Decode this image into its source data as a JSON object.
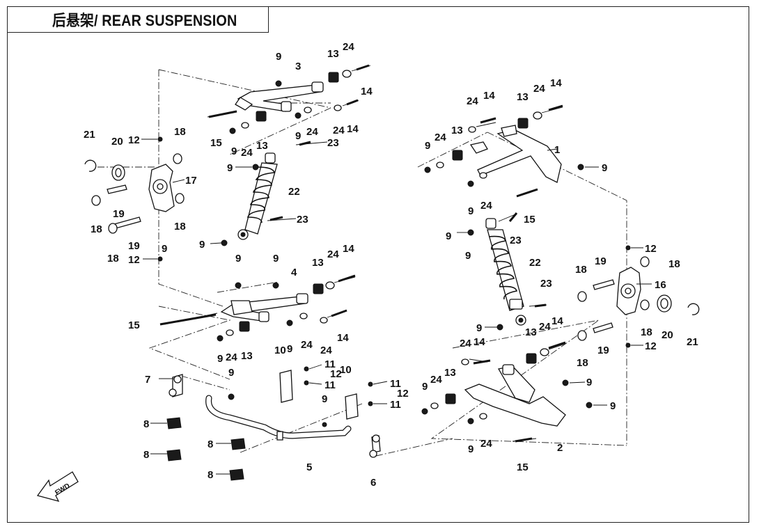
{
  "title": "后悬架/ REAR SUSPENSION",
  "fwd_label": "FWD",
  "callouts": [
    {
      "id": "c1",
      "text": "1"
    },
    {
      "id": "c2",
      "text": "2"
    },
    {
      "id": "c3",
      "text": "3"
    },
    {
      "id": "c4",
      "text": "4"
    },
    {
      "id": "c5",
      "text": "5"
    },
    {
      "id": "c6",
      "text": "6"
    },
    {
      "id": "c7",
      "text": "7"
    },
    {
      "id": "c8a",
      "text": "8"
    },
    {
      "id": "c8b",
      "text": "8"
    },
    {
      "id": "c8c",
      "text": "8"
    },
    {
      "id": "c8d",
      "text": "8"
    },
    {
      "id": "c9a",
      "text": "9"
    },
    {
      "id": "c9b",
      "text": "9"
    },
    {
      "id": "c9c",
      "text": "9"
    },
    {
      "id": "c9d",
      "text": "9"
    },
    {
      "id": "c9e",
      "text": "9"
    },
    {
      "id": "c9f",
      "text": "9"
    },
    {
      "id": "c9g",
      "text": "9"
    },
    {
      "id": "c9h",
      "text": "9"
    },
    {
      "id": "c9i",
      "text": "9"
    },
    {
      "id": "c9j",
      "text": "9"
    },
    {
      "id": "c9k",
      "text": "9"
    },
    {
      "id": "c9l",
      "text": "9"
    },
    {
      "id": "c9m",
      "text": "9"
    },
    {
      "id": "c9n",
      "text": "9"
    },
    {
      "id": "c9o",
      "text": "9"
    },
    {
      "id": "c9p",
      "text": "9"
    },
    {
      "id": "c9q",
      "text": "9"
    },
    {
      "id": "c9r",
      "text": "9"
    },
    {
      "id": "c9s",
      "text": "9"
    },
    {
      "id": "c9t",
      "text": "9"
    },
    {
      "id": "c9u",
      "text": "9"
    },
    {
      "id": "c9v",
      "text": "9"
    },
    {
      "id": "c10a",
      "text": "10"
    },
    {
      "id": "c10b",
      "text": "10"
    },
    {
      "id": "c11a",
      "text": "11"
    },
    {
      "id": "c11b",
      "text": "11"
    },
    {
      "id": "c11c",
      "text": "11"
    },
    {
      "id": "c11d",
      "text": "11"
    },
    {
      "id": "c12a",
      "text": "12"
    },
    {
      "id": "c12b",
      "text": "12"
    },
    {
      "id": "c12c",
      "text": "12"
    },
    {
      "id": "c12d",
      "text": "12"
    },
    {
      "id": "c12e",
      "text": "12"
    },
    {
      "id": "c12f",
      "text": "12"
    },
    {
      "id": "c13a",
      "text": "13"
    },
    {
      "id": "c13b",
      "text": "13"
    },
    {
      "id": "c13c",
      "text": "13"
    },
    {
      "id": "c13d",
      "text": "13"
    },
    {
      "id": "c13e",
      "text": "13"
    },
    {
      "id": "c13f",
      "text": "13"
    },
    {
      "id": "c13g",
      "text": "13"
    },
    {
      "id": "c13h",
      "text": "13"
    },
    {
      "id": "c14a",
      "text": "14"
    },
    {
      "id": "c14b",
      "text": "14"
    },
    {
      "id": "c14c",
      "text": "14"
    },
    {
      "id": "c14d",
      "text": "14"
    },
    {
      "id": "c14e",
      "text": "14"
    },
    {
      "id": "c14f",
      "text": "14"
    },
    {
      "id": "c14g",
      "text": "14"
    },
    {
      "id": "c14h",
      "text": "14"
    },
    {
      "id": "c15a",
      "text": "15"
    },
    {
      "id": "c15b",
      "text": "15"
    },
    {
      "id": "c15c",
      "text": "15"
    },
    {
      "id": "c15d",
      "text": "15"
    },
    {
      "id": "c16",
      "text": "16"
    },
    {
      "id": "c17",
      "text": "17"
    },
    {
      "id": "c18a",
      "text": "18"
    },
    {
      "id": "c18b",
      "text": "18"
    },
    {
      "id": "c18c",
      "text": "18"
    },
    {
      "id": "c18d",
      "text": "18"
    },
    {
      "id": "c18e",
      "text": "18"
    },
    {
      "id": "c18f",
      "text": "18"
    },
    {
      "id": "c18g",
      "text": "18"
    },
    {
      "id": "c18h",
      "text": "18"
    },
    {
      "id": "c19a",
      "text": "19"
    },
    {
      "id": "c19b",
      "text": "19"
    },
    {
      "id": "c19c",
      "text": "19"
    },
    {
      "id": "c19d",
      "text": "19"
    },
    {
      "id": "c20a",
      "text": "20"
    },
    {
      "id": "c20b",
      "text": "20"
    },
    {
      "id": "c21a",
      "text": "21"
    },
    {
      "id": "c21b",
      "text": "21"
    },
    {
      "id": "c22a",
      "text": "22"
    },
    {
      "id": "c22b",
      "text": "22"
    },
    {
      "id": "c23a",
      "text": "23"
    },
    {
      "id": "c23b",
      "text": "23"
    },
    {
      "id": "c23c",
      "text": "23"
    },
    {
      "id": "c23d",
      "text": "23"
    },
    {
      "id": "c24a",
      "text": "24"
    },
    {
      "id": "c24b",
      "text": "24"
    },
    {
      "id": "c24c",
      "text": "24"
    },
    {
      "id": "c24d",
      "text": "24"
    },
    {
      "id": "c24e",
      "text": "24"
    },
    {
      "id": "c24f",
      "text": "24"
    },
    {
      "id": "c24g",
      "text": "24"
    },
    {
      "id": "c24h",
      "text": "24"
    },
    {
      "id": "c24i",
      "text": "24"
    },
    {
      "id": "c24j",
      "text": "24"
    },
    {
      "id": "c24k",
      "text": "24"
    },
    {
      "id": "c24l",
      "text": "24"
    },
    {
      "id": "c24m",
      "text": "24"
    },
    {
      "id": "c24n",
      "text": "24"
    },
    {
      "id": "c24o",
      "text": "24"
    },
    {
      "id": "c24p",
      "text": "24"
    }
  ]
}
